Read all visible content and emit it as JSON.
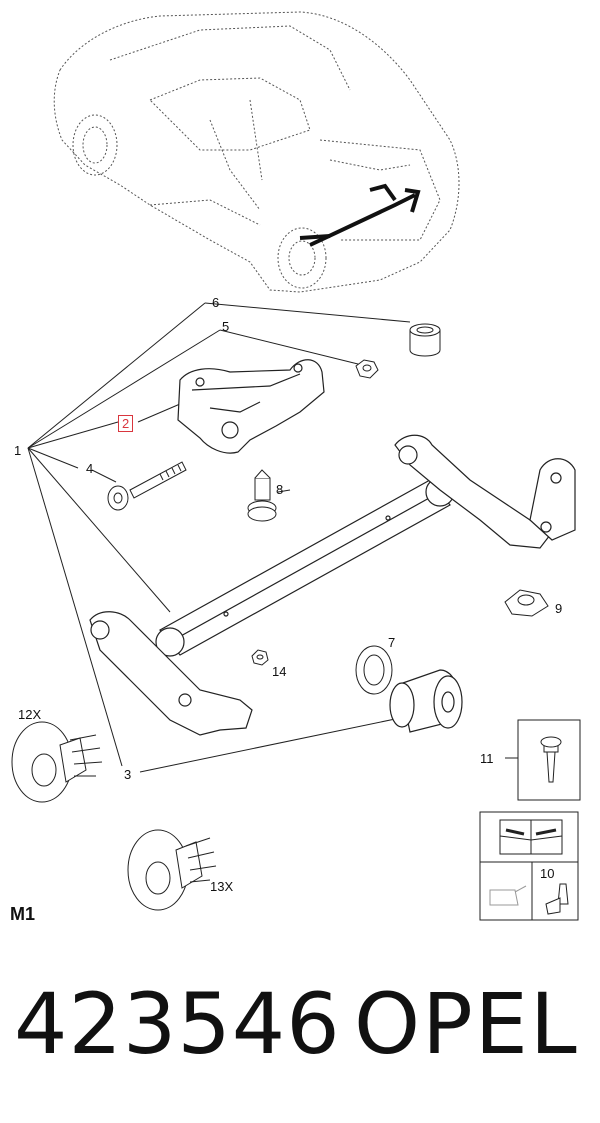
{
  "callouts": {
    "c1": "1",
    "c2": "2",
    "c3": "3",
    "c4": "4",
    "c5": "5",
    "c6": "6",
    "c7": "7",
    "c8": "8",
    "c9": "9",
    "c10": "10",
    "c11": "11",
    "c14": "14",
    "c12x": "12X",
    "c13x": "13X"
  },
  "sheet_id": "M1",
  "footer": {
    "part_number": "423546",
    "brand": "OPEL"
  },
  "colors": {
    "line": "#222222",
    "highlight": "#d9363e"
  }
}
